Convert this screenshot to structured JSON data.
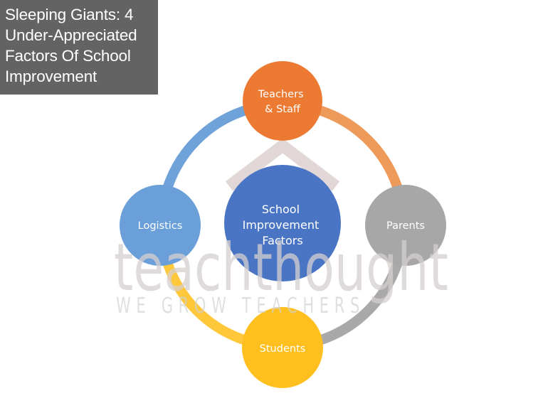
{
  "title": {
    "lines": [
      "Sleeping Giants: 4",
      "Under-Appreciated",
      "Factors Of School",
      "Improvement"
    ]
  },
  "center": {
    "lines": [
      "School",
      "Improvement",
      "Factors"
    ],
    "color": "#4a74c4"
  },
  "nodes": {
    "top": {
      "lines": [
        "Teachers",
        "& Staff"
      ],
      "color": "#ec7a32"
    },
    "right": {
      "lines": [
        "Parents"
      ],
      "color": "#a7a7a7"
    },
    "bottom": {
      "lines": [
        "Students"
      ],
      "color": "#ffc01f"
    },
    "left": {
      "lines": [
        "Logistics"
      ],
      "color": "#6a9fd9"
    }
  },
  "ring_colors": {
    "top_right": "#ee9a5a",
    "right_bottom": "#a9a9a9",
    "bottom_left": "#ffc73a",
    "left_top": "#6ea2d8"
  },
  "watermark": {
    "brand": "teachthought",
    "tagline": "WE GROW TEACHERS"
  }
}
